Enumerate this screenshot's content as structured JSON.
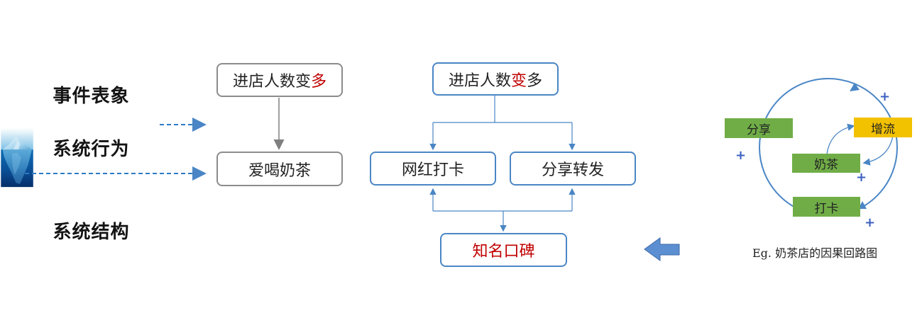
{
  "iceberg": {
    "layer_top": "事件表象",
    "layer_mid": "系统行为",
    "layer_bottom": "系统结构"
  },
  "flow_left": {
    "top_box": {
      "text": "进店人数变",
      "highlight": "多"
    },
    "bottom_box": "爱喝奶茶"
  },
  "flow_mid": {
    "top_box": {
      "text_a": "进店人数",
      "highlight": "变",
      "text_b": "多"
    },
    "left_box": "网红打卡",
    "right_box": "分享转发",
    "bottom_box": "知名口碑"
  },
  "loop": {
    "node_share": "分享",
    "node_increase": "增流",
    "node_milktea": "奶茶",
    "node_checkin": "打卡",
    "polarity": "+",
    "caption": "Eg. 奶茶店的因果回路图"
  },
  "colors": {
    "green": "#70ad47",
    "gold": "#f2c100",
    "blue_line": "#4a86c5",
    "red": "#c00000"
  }
}
